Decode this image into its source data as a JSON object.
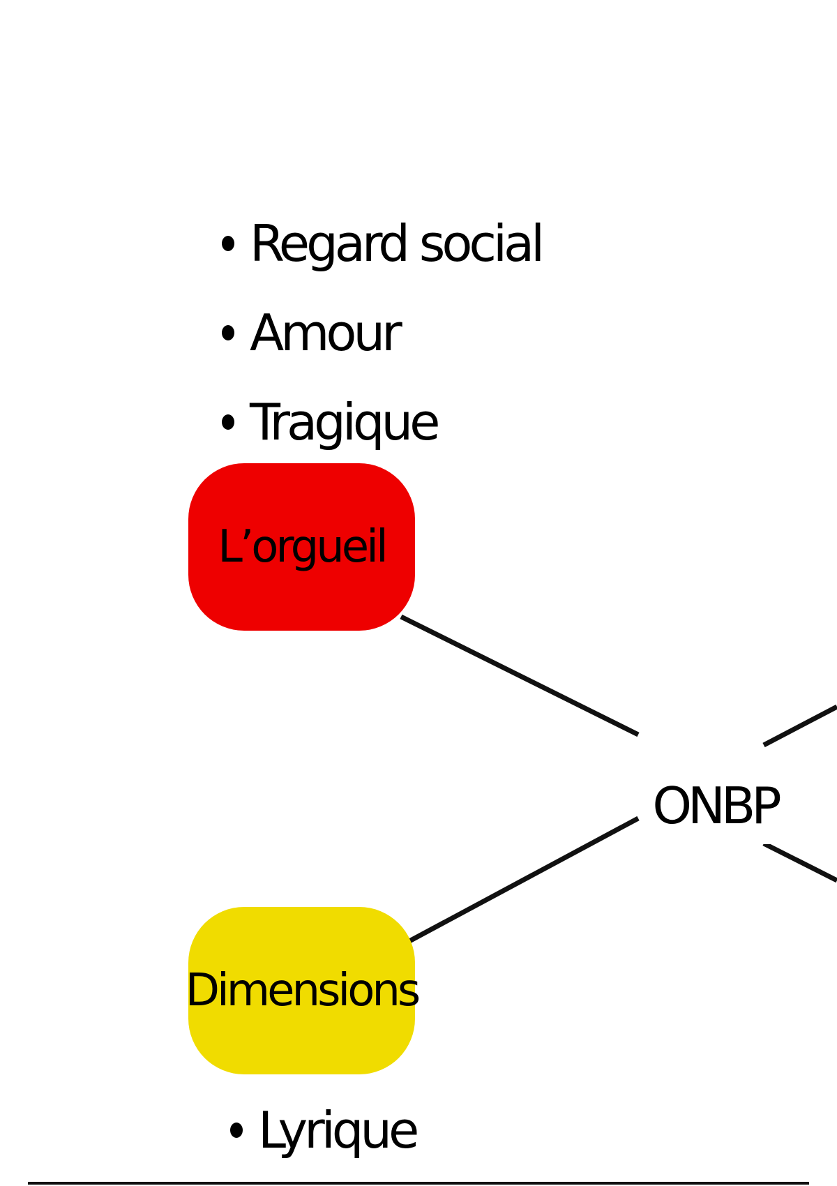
{
  "diagram": {
    "center": {
      "label": "ONBP"
    },
    "nodes": [
      {
        "id": "orgueil",
        "label": "L’orgueil",
        "color": "#ee0000",
        "items": [
          "Regard social",
          "Amour",
          "Tragique"
        ]
      },
      {
        "id": "dimensions",
        "label": "Dimensions",
        "color": "#f0dc00",
        "items": [
          "Lyrique"
        ]
      }
    ],
    "connector_color": "#111111"
  }
}
